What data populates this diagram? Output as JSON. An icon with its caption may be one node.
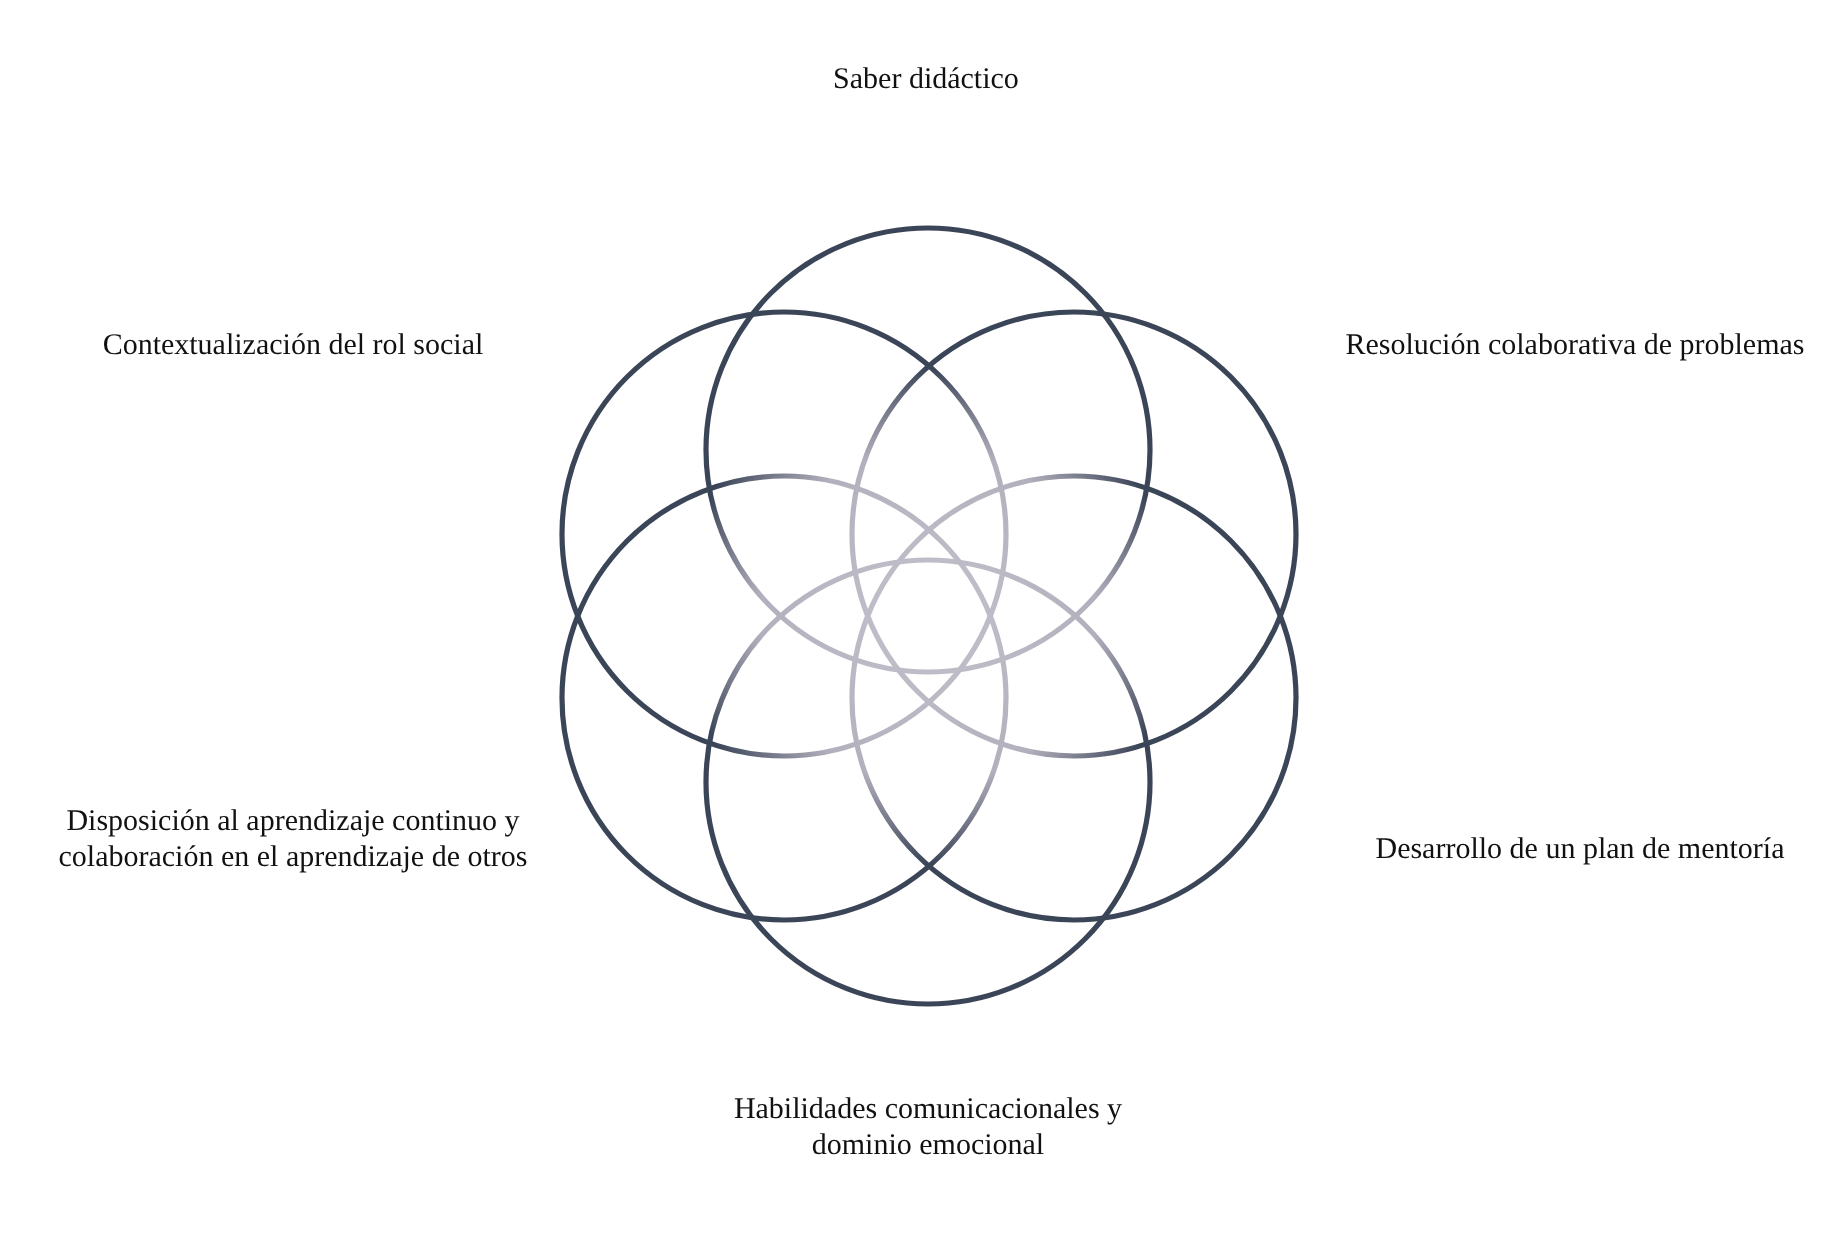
{
  "diagram": {
    "nodes": [
      {
        "text": [],
        "shape": "circle"
      },
      {
        "text": [],
        "shape": "circle"
      },
      {
        "text": [],
        "shape": "circle"
      },
      {
        "text": [],
        "shape": "circle"
      },
      {
        "text": [],
        "shape": "circle"
      },
      {
        "text": [],
        "shape": "circle"
      }
    ],
    "labels": [
      "Saber didáctico",
      "Contextualización del rol social",
      "Resolución colaborativa de problemas",
      "Disposición al aprendizaje continuo y colaboración en el aprendizaje de otros",
      "Desarrollo de un plan de mentoría",
      "Habilidades comunicacionales y dominio emocional"
    ]
  }
}
